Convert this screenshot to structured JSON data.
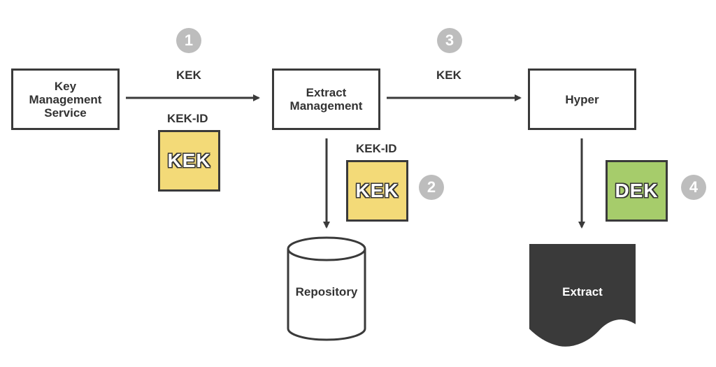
{
  "colors": {
    "stroke": "#3a3a3a",
    "kek_fill": "#f3da78",
    "dek_fill": "#a6cc6b",
    "step_badge": "#bdbdbd",
    "extract_fill": "#3a3a3a"
  },
  "nodes": {
    "kms": "Key\nManagement\nService",
    "extract_management": "Extract\nManagement",
    "hyper": "Hyper",
    "repository": "Repository",
    "extract": "Extract"
  },
  "labels": {
    "kek_top_left": "KEK",
    "kek_top_right": "KEK",
    "kek_id_left": "KEK-ID",
    "kek_id_middle": "KEK-ID"
  },
  "keys": {
    "kek_left": "KEK",
    "kek_middle": "KEK",
    "dek_right": "DEK"
  },
  "steps": {
    "s1": "1",
    "s2": "2",
    "s3": "3",
    "s4": "4"
  }
}
